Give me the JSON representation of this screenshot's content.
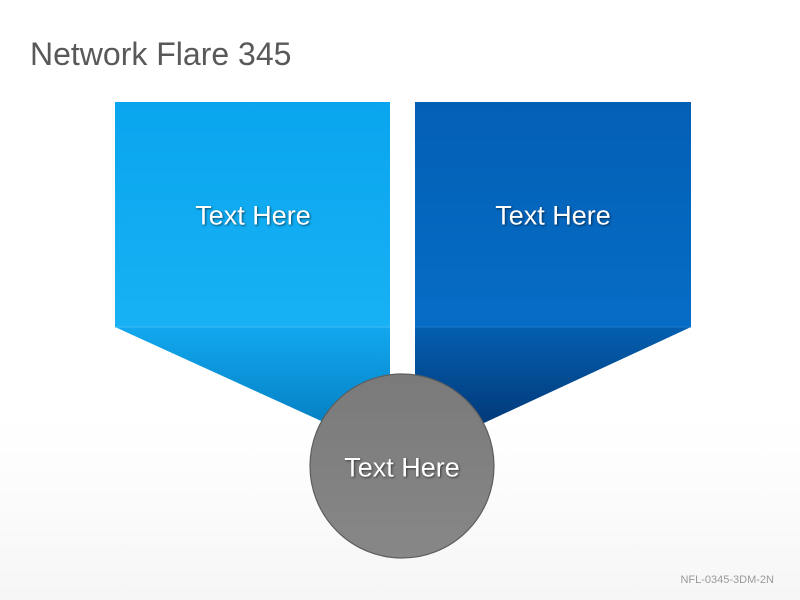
{
  "title": "Network Flare 345",
  "boxes": [
    {
      "label": "Text Here",
      "color": "#0ea7ee"
    },
    {
      "label": "Text Here",
      "color": "#0464bb"
    }
  ],
  "circle": {
    "label": "Text Here",
    "color": "#808080"
  },
  "footer": "NFL-0345-3DM-2N"
}
